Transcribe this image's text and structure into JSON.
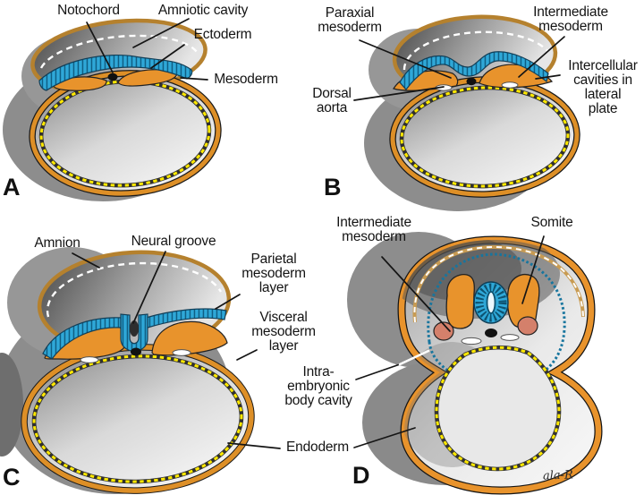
{
  "figure": {
    "description": "Four cross-sections (A-D) of embryonic mesoderm differentiation",
    "panels": {
      "a": {
        "letter": "A",
        "labels": {
          "notochord": "Notochord",
          "amniotic_cavity": "Amniotic cavity",
          "ectoderm": "Ectoderm",
          "mesoderm": "Mesoderm"
        }
      },
      "b": {
        "letter": "B",
        "labels": {
          "paraxial_mesoderm": "Paraxial\nmesoderm",
          "intermediate_mesoderm": "Intermediate\nmesoderm",
          "dorsal_aorta": "Dorsal\naorta",
          "intercellular_cavities": "Intercellular\ncavities in\nlateral\nplate"
        }
      },
      "c": {
        "letter": "C",
        "labels": {
          "amnion": "Amnion",
          "neural_groove": "Neural groove",
          "parietal_mesoderm": "Parietal\nmesoderm\nlayer",
          "visceral_mesoderm": "Visceral\nmesoderm\nlayer"
        }
      },
      "d": {
        "letter": "D",
        "labels": {
          "intermediate_mesoderm": "Intermediate\nmesoderm",
          "somite": "Somite"
        }
      },
      "shared": {
        "labels": {
          "intraembryonic_body_cavity": "Intra-\nembryonic\nbody cavity",
          "endoderm": "Endoderm"
        }
      }
    },
    "signature": "ala-R",
    "palette": {
      "mesoderm_orange": "#E8932C",
      "ectoderm_blue": "#2FA8D8",
      "endoderm_yellow": "#FFE900",
      "amnion_tan": "#B5812E",
      "intermediate_pink": "#D4806B",
      "shadow_gray": "#8D8D8D",
      "outline_black": "#151515",
      "background": "#FFFFFF"
    }
  }
}
